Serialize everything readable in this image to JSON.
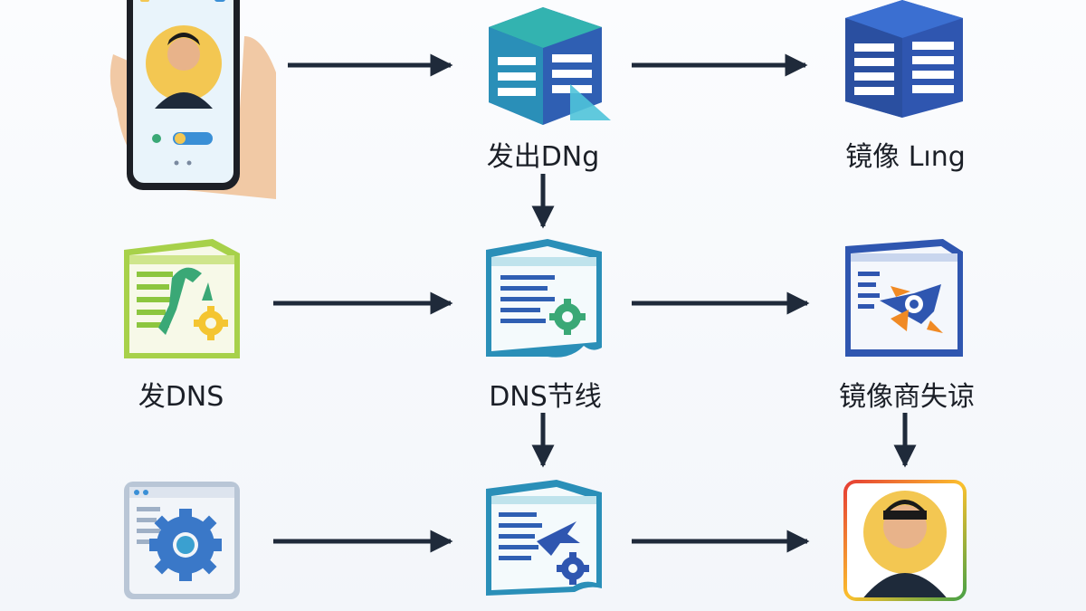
{
  "colors": {
    "arrow": "#1f2a3a",
    "server_blue": "#2f5fb3",
    "teal": "#2aa7b8",
    "doc_green": "#8cc63f",
    "gear_yellow": "#f4c531",
    "gear_blue": "#3a8fd6",
    "frame_multicolor": [
      "#e53935",
      "#fbc02d",
      "#43a047"
    ]
  },
  "nodes": {
    "phone": {
      "icon": "smartphone-user-icon"
    },
    "dns_send": {
      "label": "发出DNg",
      "icon": "server-cube-send-icon"
    },
    "mirror_ling": {
      "label": "镜像 Lıng",
      "icon": "server-cube-icon"
    },
    "send_dns": {
      "label": "发DNS",
      "icon": "document-tools-gear-icon"
    },
    "dns_node": {
      "label": "DNS节线",
      "icon": "document-gear-icon"
    },
    "mirror_vendor": {
      "label": "镜像商失谅",
      "icon": "document-rocket-icon"
    },
    "gear_doc": {
      "icon": "window-gear-icon"
    },
    "plane_doc": {
      "icon": "document-plane-gear-icon"
    },
    "avatar_result": {
      "icon": "user-avatar-icon"
    }
  }
}
